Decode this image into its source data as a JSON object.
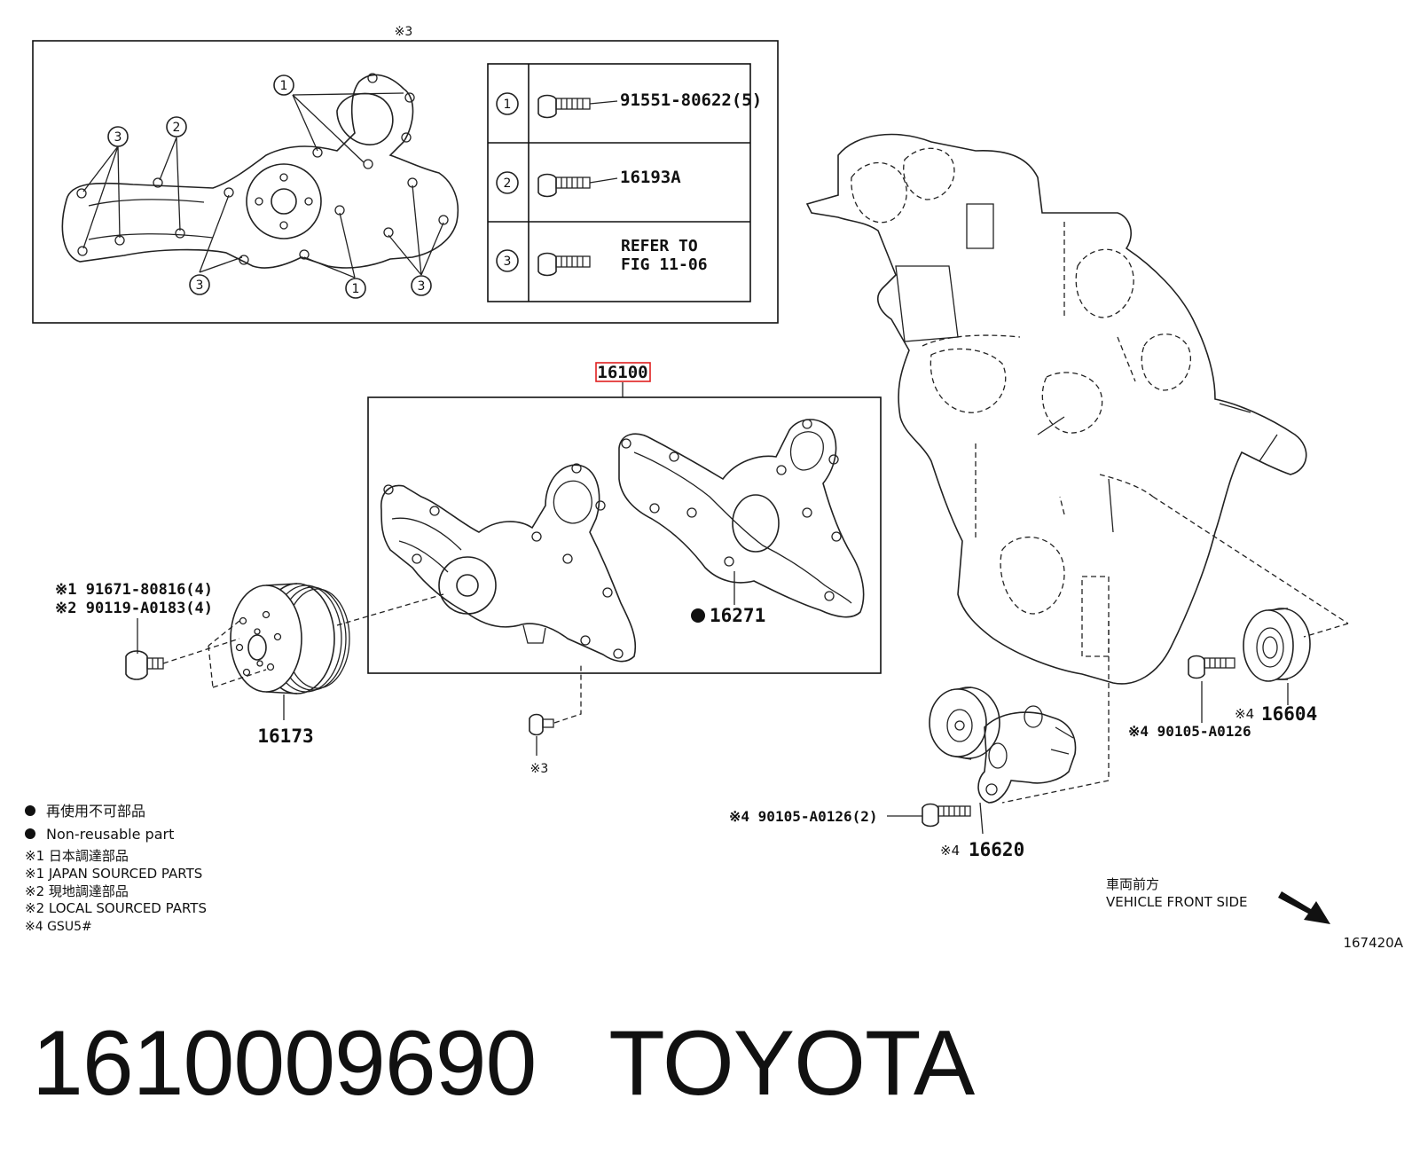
{
  "inset": {
    "header": "※3",
    "callouts": {
      "c1": "1",
      "c2": "2",
      "c3": "3"
    },
    "table": [
      {
        "num": "1",
        "part": "91551-80622(5)"
      },
      {
        "num": "2",
        "part": "16193A"
      },
      {
        "num": "3",
        "part_line1": "REFER TO",
        "part_line2": "FIG 11-06"
      }
    ]
  },
  "main_assembly": {
    "part": "16100",
    "highlight_color": "#e02020"
  },
  "parts": {
    "gasket": "16271",
    "pulley": "16173",
    "pulley_bolts_line1": "※1 91671-80816(4)",
    "pulley_bolts_line2": "※2 90119-A0183(4)",
    "small_bolt_note": "※3",
    "idler": "16604",
    "idler_prefix": "※4",
    "idler_bolt": "※4 90105-A0126",
    "tensioner": "16620",
    "tensioner_prefix": "※4",
    "tensioner_bolt": "※4 90105-A0126(2)"
  },
  "legend": {
    "line1": "再使用不可部品",
    "line2": "Non-reusable part",
    "line3": "※1  日本調達部品",
    "line4": "※1  JAPAN SOURCED PARTS",
    "line5": "※2  現地調達部品",
    "line6": "※2  LOCAL SOURCED PARTS",
    "line7": "※4 GSU5#"
  },
  "direction": {
    "line1": "車両前方",
    "line2": "VEHICLE FRONT SIDE"
  },
  "figure_id": "167420A",
  "footer": {
    "part_number": "1610009690",
    "brand": "TOYOTA"
  }
}
